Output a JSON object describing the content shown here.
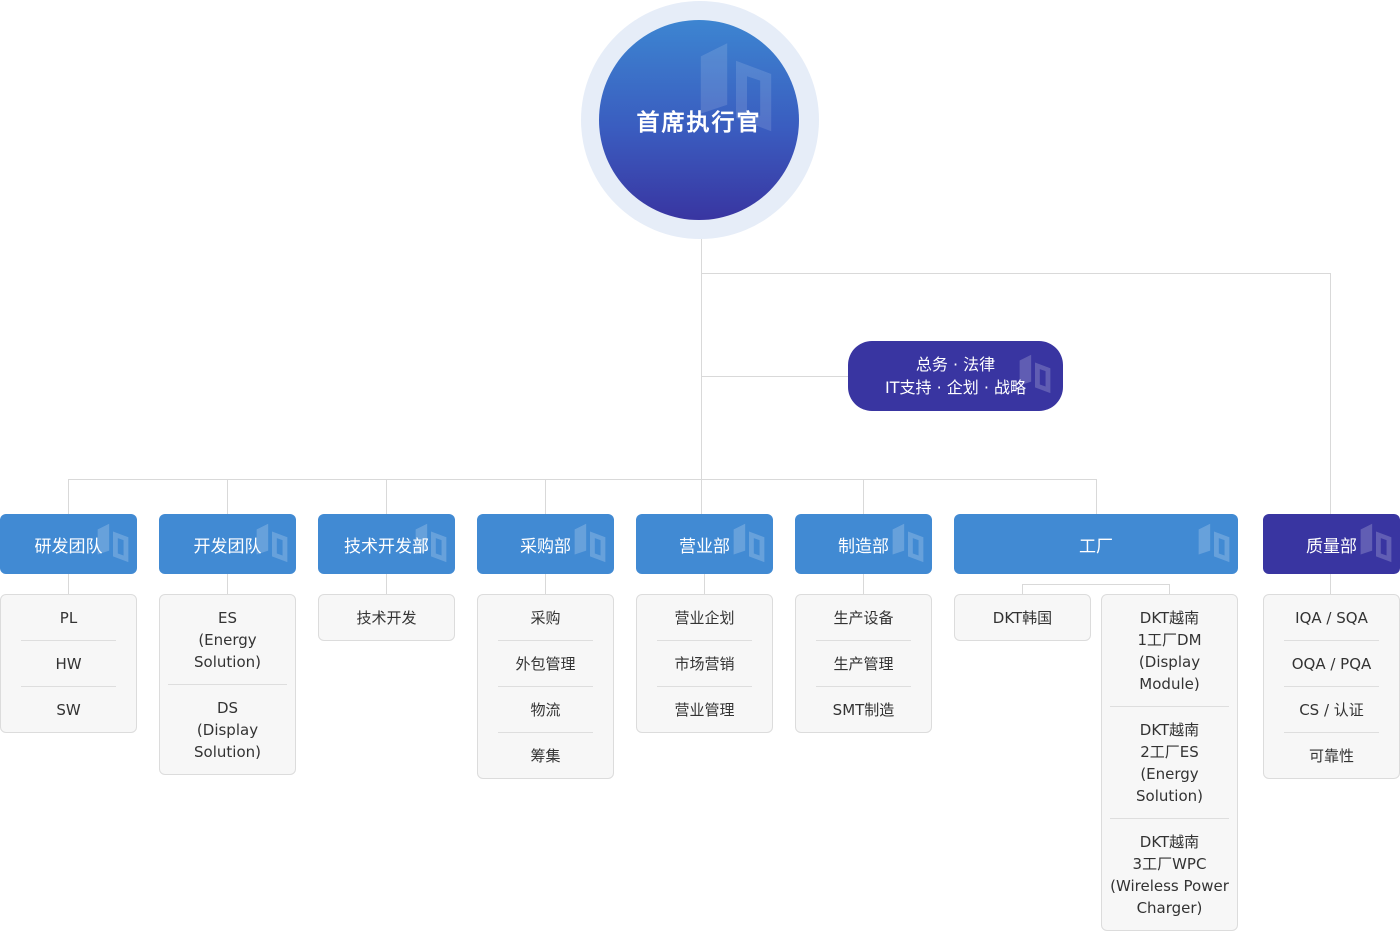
{
  "ceo": {
    "label": "首席执行官"
  },
  "admin_node": {
    "line1": "总务 · 法律",
    "line2": "IT支持 · 企划 · 战略"
  },
  "departments": [
    {
      "name": "研发团队",
      "items": [
        "PL",
        "HW",
        "SW"
      ]
    },
    {
      "name": "开发团队",
      "items": [
        "ES\n(Energy Solution)",
        "DS\n(Display Solution)"
      ]
    },
    {
      "name": "技术开发部",
      "items": [
        "技术开发"
      ]
    },
    {
      "name": "采购部",
      "items": [
        "采购",
        "外包管理",
        "物流",
        "筹集"
      ]
    },
    {
      "name": "营业部",
      "items": [
        "营业企划",
        "市场营销",
        "营业管理"
      ]
    },
    {
      "name": "制造部",
      "items": [
        "生产设备",
        "生产管理",
        "SMT制造"
      ]
    },
    {
      "name": "工厂",
      "sub_korea": [
        "DKT韩国"
      ],
      "sub_vietnam": [
        "DKT越南\n1工厂DM\n(Display Module)",
        "DKT越南\n2工厂ES\n(Energy Solution)",
        "DKT越南\n3工厂WPC\n(Wireless Power\nCharger)"
      ]
    },
    {
      "name": "质量部",
      "items": [
        "IQA / SQA",
        "OQA / PQA",
        "CS / 认证",
        "可靠性"
      ]
    }
  ],
  "colors": {
    "primary": "#418ad3",
    "dark": "#3935a1",
    "line": "#d9d9d9",
    "box_bg": "#f7f7f7"
  },
  "icons": {
    "watermark": "company-logo-watermark"
  }
}
